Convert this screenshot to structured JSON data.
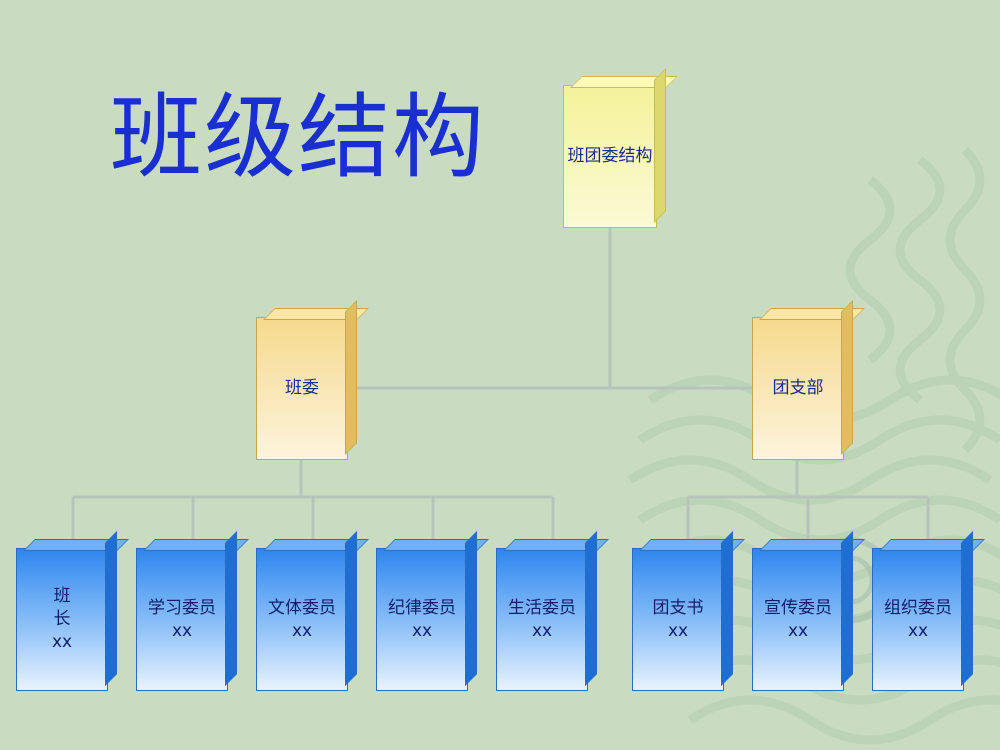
{
  "title": "班级结构",
  "colors": {
    "background": "#c9dcc2",
    "title": "#1a2fd0",
    "root_box": "#f4f29a",
    "branch_box": "#f6d98e",
    "leaf_box": "#2e86ee",
    "connector": "#b7c4bc"
  },
  "root": {
    "label": "班团委结构"
  },
  "branches": [
    {
      "label": "班委",
      "children": [
        {
          "label": "班\n长",
          "name": "xx"
        },
        {
          "label": "学习委员",
          "name": "xx"
        },
        {
          "label": "文体委员",
          "name": "xx"
        },
        {
          "label": "纪律委员",
          "name": "xx"
        },
        {
          "label": "生活委员",
          "name": "xx"
        }
      ]
    },
    {
      "label": "团支部",
      "children": [
        {
          "label": "团支书",
          "name": "xx"
        },
        {
          "label": "宣传委员",
          "name": "xx"
        },
        {
          "label": "组织委员",
          "name": "xx"
        }
      ]
    }
  ]
}
